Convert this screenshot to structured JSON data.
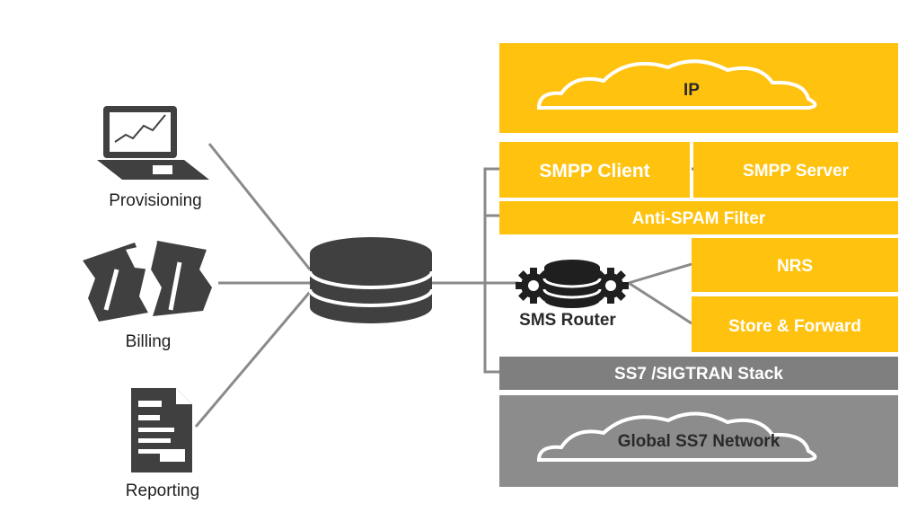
{
  "colors": {
    "accent": "#FFC20E",
    "accent_dark": "#F5B400",
    "stack_grey": "#7F7F7F",
    "network_grey": "#8C8C8C",
    "icon_dark": "#404040",
    "line": "#8A8A8A"
  },
  "sources": [
    {
      "label": "Provisioning",
      "icon": "laptop-chart-icon"
    },
    {
      "label": "Billing",
      "icon": "torn-bill-icon"
    },
    {
      "label": "Reporting",
      "icon": "report-document-icon"
    }
  ],
  "hub": {
    "icon": "database-icon"
  },
  "router": {
    "label": "SMS Router",
    "icon": "database-gears-icon"
  },
  "blocks": {
    "ip": "IP",
    "smpp_client": "SMPP Client",
    "smpp_server": "SMPP Server",
    "anti_spam": "Anti-SPAM Filter",
    "nrs": "NRS",
    "store_forward": "Store & Forward",
    "ss7_stack": "SS7 /SIGTRAN Stack",
    "global_network": "Global SS7 Network"
  }
}
